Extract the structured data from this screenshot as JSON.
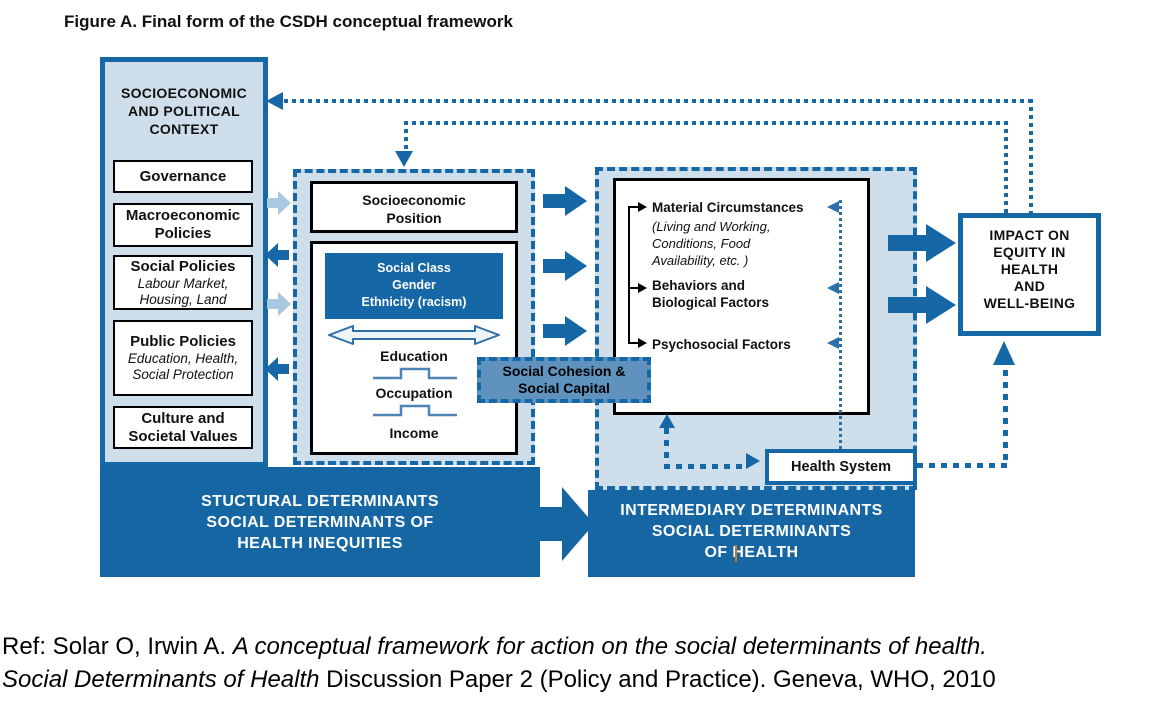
{
  "figure": {
    "title": "Figure A. Final form of the CSDH conceptual framework"
  },
  "context": {
    "header": "SOCIOECONOMIC\nAND POLITICAL\nCONTEXT",
    "boxes": [
      {
        "label": "Governance",
        "sublabel": ""
      },
      {
        "label": "Macroeconomic\nPolicies",
        "sublabel": ""
      },
      {
        "label": "Social Policies",
        "sublabel": "Labour Market,\nHousing, Land"
      },
      {
        "label": "Public Policies",
        "sublabel": "Education, Health,\nSocial Protection"
      },
      {
        "label": "Culture and\nSocietal Values",
        "sublabel": ""
      }
    ]
  },
  "sep": {
    "position_label": "Socioeconomic\nPosition",
    "social_class_label": "Social Class\nGender\nEthnicity (racism)",
    "ladder": [
      "Education",
      "Occupation",
      "Income"
    ]
  },
  "cohesion_label": "Social Cohesion &\nSocial Capital",
  "intermediary": {
    "material_label": "Material Circumstances",
    "material_sub": "(Living and Working,\nConditions, Food\nAvailability, etc. )",
    "behaviors_label": "Behaviors and\nBiological Factors",
    "psychosocial_label": "Psychosocial Factors",
    "health_system_label": "Health System"
  },
  "impact_label": "IMPACT ON\nEQUITY IN\nHEALTH\nAND\nWELL-BEING",
  "bands": {
    "structural": "STUCTURAL DETERMINANTS\nSOCIAL DETERMINANTS OF\nHEALTH INEQUITIES",
    "intermediary": "INTERMEDIARY DETERMINANTS\nSOCIAL DETERMINANTS\nOF HEALTH"
  },
  "reference": {
    "line1_prefix": "Ref: Solar O, Irwin A. ",
    "line1_italic": "A conceptual framework for action on the social determinants of health.",
    "line2_italic": "Social Determinants of Health",
    "line2_suffix": " Discussion Paper 2 (Policy and Practice). Geneva, WHO, 2010"
  },
  "icons": {
    "block-arrow-right": "▶",
    "block-arrow-left": "◀",
    "arrowhead-up": "▲",
    "arrowhead-down": "▼",
    "arrowhead-left": "◀",
    "double-headed-arrow": "↔",
    "step-connector": "⎍"
  },
  "colors": {
    "dark_blue": "#1567A6",
    "band_blue": "#1566A3",
    "panel_light_blue": "#CEDFEB",
    "cohesion_blue": "#5F93BE",
    "light_arrow_blue": "#A9C9E0",
    "text_black": "#111111",
    "cursor_orange": "#C8782A"
  }
}
